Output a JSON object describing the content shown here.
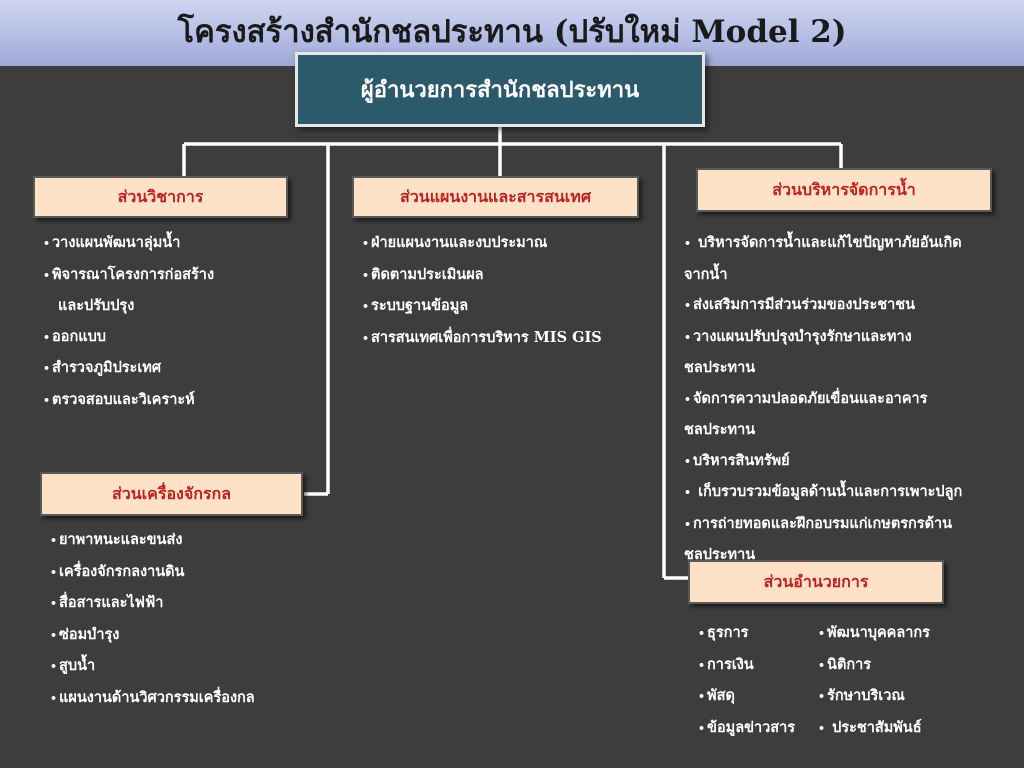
{
  "title": "โครงสร้างสำนักชลประทาน (ปรับใหม่ Model 2)",
  "director": "ผู้อำนวยการสำนักชลประทาน",
  "bullet": "•",
  "departments": {
    "academic": {
      "label": "ส่วนวิชาการ",
      "items": [
        "วางแผนพัฒนาลุ่มน้ำ",
        "พิจารณาโครงการก่อสร้าง",
        "และปรับปรุง",
        "ออกแบบ",
        "สำรวจภูมิประเทศ",
        "ตรวจสอบและวิเคราะห์"
      ]
    },
    "planning": {
      "label": "ส่วนแผนงานและสารสนเทศ",
      "items": [
        "ฝ่ายแผนงานและงบประมาณ",
        "ติดตามประเมินผล",
        "ระบบฐานข้อมูล",
        "สารสนเทศเพื่อการบริหาร MIS GIS"
      ]
    },
    "water": {
      "label": "ส่วนบริหารจัดการน้ำ",
      "items": [
        " บริหารจัดการน้ำและแก้ไขปัญหาภัยอันเกิด",
        "จากน้ำ",
        "ส่งเสริมการมีส่วนร่วมของประชาชน",
        "วางแผนปรับปรุงบำรุงรักษาและทาง",
        "ชลประทาน",
        "จัดการความปลอดภัยเขื่อนและอาคาร",
        "ชลประทาน",
        "บริหารสินทรัพย์",
        " เก็บรวบรวมข้อมูลด้านน้ำและการเพาะปลูก",
        "การถ่ายทอดและฝึกอบรมแก่เกษตรกรด้าน",
        "ชลประทาน"
      ]
    },
    "machinery": {
      "label": "ส่วนเครื่องจักรกล",
      "items": [
        "ยาพาหนะและขนส่ง",
        "เครื่องจักรกลงานดิน",
        "สื่อสารและไฟฟ้า",
        "ซ่อมบำรุง",
        "สูบน้ำ",
        "แผนงานด้านวิศวกรรมเครื่องกล"
      ]
    },
    "admin": {
      "label": "ส่วนอำนวยการ",
      "items_left": [
        "ธุรการ",
        "การเงิน",
        "พัสดุ",
        "ข้อมูลข่าวสาร"
      ],
      "items_right": [
        "พัฒนาบุคคลากร",
        "นิติการ",
        "รักษาบริเวณ",
        " ประชาสัมพันธ์"
      ]
    }
  }
}
